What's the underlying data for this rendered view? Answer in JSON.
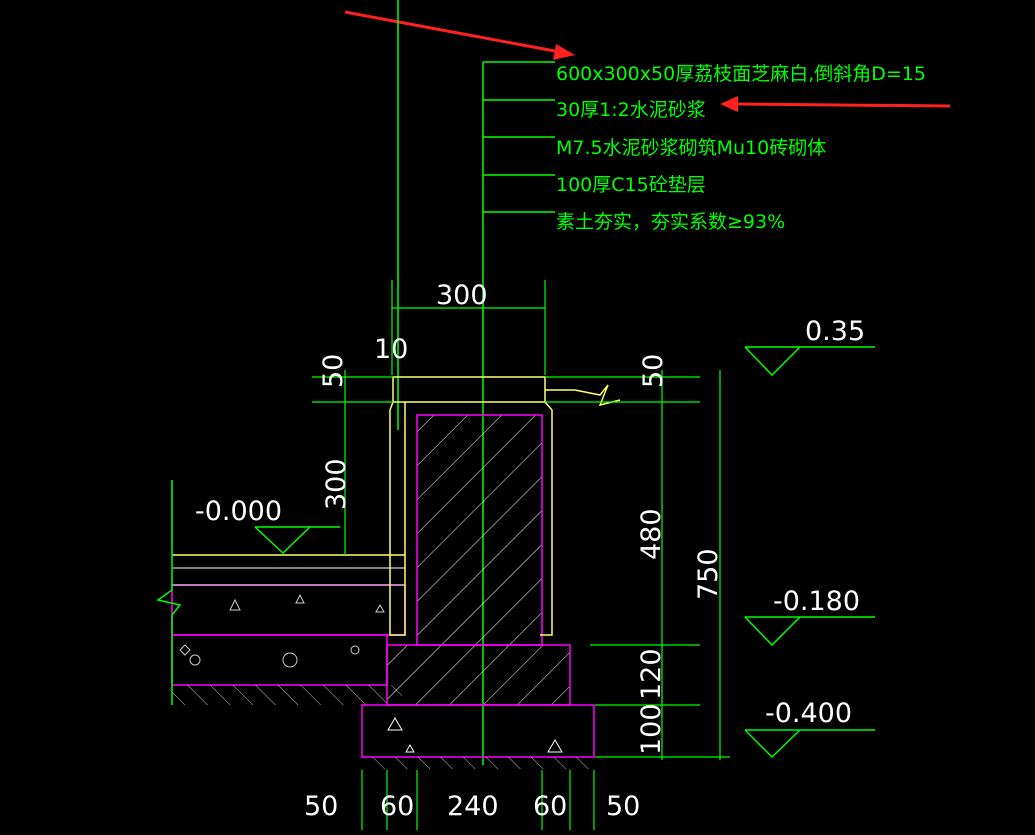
{
  "colors": {
    "background": "#000000",
    "line_green": "#00ff00",
    "line_white": "#ffffff",
    "layer_yellow": "#ffff66",
    "layer_magenta": "#ff00ff",
    "arrow_red": "#ff2020"
  },
  "notes": [
    "600x300x50厚荔枝面芝麻白,倒斜角D=15",
    "30厚1:2水泥砂浆",
    "M7.5水泥砂浆砌筑Mu10砖砌体",
    "100厚C15砼垫层",
    "素土夯实，夯实系数≥93%"
  ],
  "dimensions": {
    "top_width": "300",
    "gap": "10",
    "cap_left": "50",
    "cap_right": "50",
    "wall_height": "300",
    "brick_height": "480",
    "total_height": "750",
    "step_height": "120",
    "base_height": "100",
    "bottom": [
      "50",
      "60",
      "240",
      "60",
      "50"
    ]
  },
  "elevations": {
    "top": "0.35",
    "floor": "-0.000",
    "step": "-0.180",
    "base": "-0.400"
  }
}
